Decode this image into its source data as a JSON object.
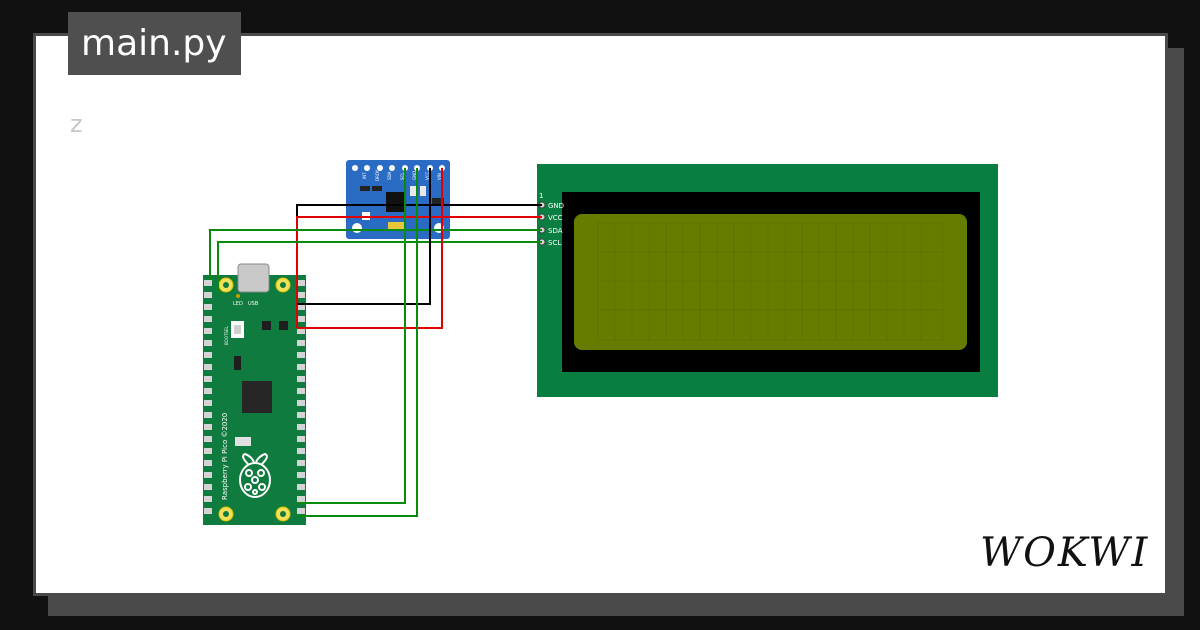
{
  "header": {
    "file_tab": "main.py",
    "project_letter": "z"
  },
  "brand": {
    "name": "WOKWI"
  },
  "board": {
    "name": "Raspberry Pi Pico ©2020",
    "led_label": "LED",
    "usb_label": "USB",
    "bootsel_label": "BOOTSEL"
  },
  "sensor": {
    "pin_labels": [
      "INT",
      "DRDY",
      "SDA",
      "SCL",
      "GND",
      "VCC",
      "VIN"
    ]
  },
  "lcd": {
    "pin_one_label": "1",
    "pins": [
      "GND",
      "VCC",
      "SDA",
      "SCL"
    ]
  },
  "colors": {
    "background": "#111111",
    "card": "#ffffff",
    "tab": "#4f4f4f",
    "pcb_green": "#0f7b3e",
    "sensor_blue": "#2a6cc4",
    "lcd_frame": "#087f40",
    "lcd_screen": "#647d00",
    "wire_black": "#000000",
    "wire_red": "#e00000",
    "wire_green": "#0a8a0a"
  }
}
